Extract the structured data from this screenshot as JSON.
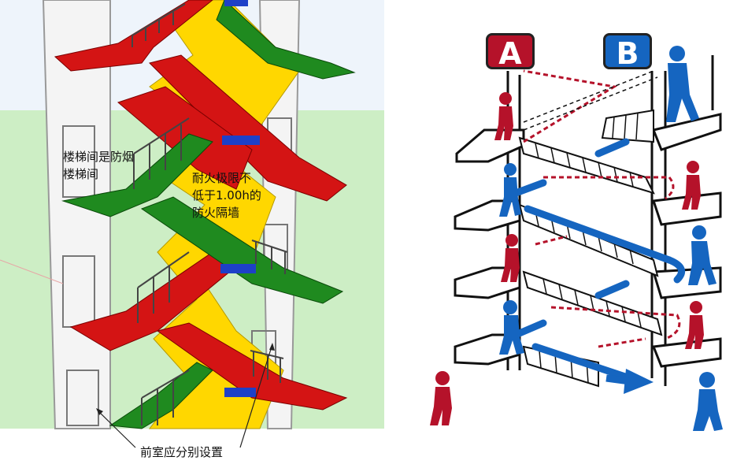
{
  "left_labels": {
    "stairwell_line1": "楼梯间是防烟",
    "stairwell_line2": "楼梯间",
    "wall_line1": "耐火极限不",
    "wall_line2": "低于1.00h的",
    "wall_line3": "防火隔墙",
    "front_room": "前室应分别设置"
  },
  "right_labels": {
    "stair_a": "A",
    "stair_b": "B"
  },
  "colors": {
    "stair_red": "#d41414",
    "stair_green": "#1f8a1f",
    "wall_yellow": "#ffd700",
    "figure_red": "#b5122a",
    "figure_blue": "#1565c0",
    "sky": "#eef4fb",
    "grass": "#cdeec5"
  }
}
